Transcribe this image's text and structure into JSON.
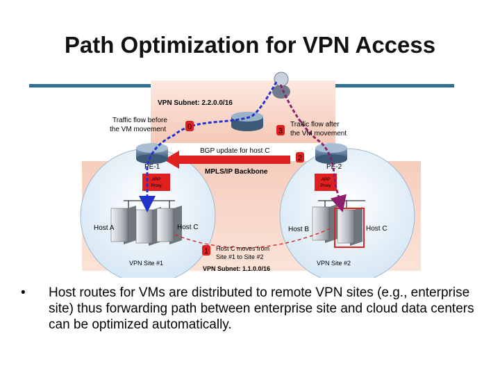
{
  "title": "Path Optimization for VPN Access",
  "diagram": {
    "vpn_subnet_top": "VPN Subnet: 2.2.0.0/16",
    "traffic_before": [
      "Traffic flow before",
      "the VM movement"
    ],
    "traffic_after": [
      "Traffic flow after",
      "the VM movement"
    ],
    "step0": "0",
    "step1": "1",
    "step2": "2",
    "step3": "3",
    "bgp_update": "BGP update for host C",
    "pe1": "PE-1",
    "pe2": "PE-2",
    "arp_proxy": [
      "ARP",
      "Proxy"
    ],
    "backbone": "MPLS/IP Backbone",
    "host_a": "Host A",
    "host_c_left": "Host C",
    "host_b": "Host B",
    "host_c_right": "Host C",
    "move_note": [
      "Host C moves from",
      "Site #1 to Site #2"
    ],
    "site1": "VPN Site #1",
    "site2": "VPN Site #2",
    "vpn_subnet_bottom": "VPN Subnet: 1.1.0.0/16",
    "colors": {
      "before_flow": "#2233cc",
      "after_flow": "#8e1d6e",
      "bgp_arrow": "#e02020",
      "step_badge": "#e02020"
    }
  },
  "bullet": {
    "marker": "•",
    "text": "Host routes for VMs are distributed to remote VPN sites (e.g., enterprise site) thus forwarding path between enterprise site and cloud data centers can be optimized automatically."
  }
}
